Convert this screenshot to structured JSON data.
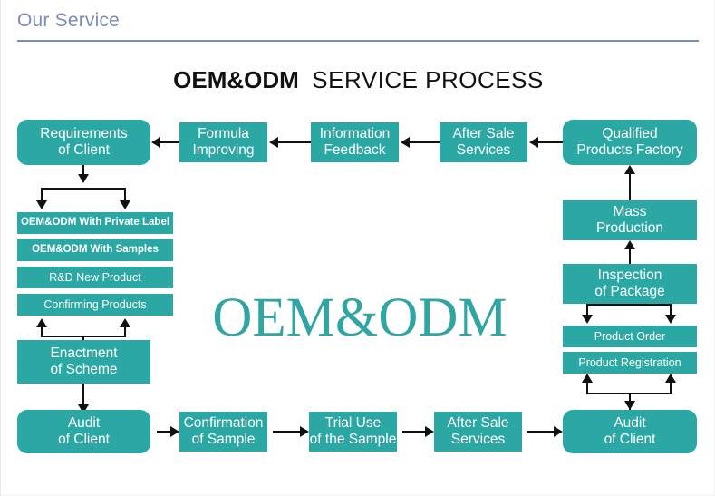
{
  "header": {
    "title": "Our Service"
  },
  "diagram": {
    "title_bold": "OEM&ODM",
    "title_light": "SERVICE PROCESS",
    "watermark": "OEM&ODM",
    "accent_color": "#2ba8a4",
    "watermark_color": "#31a5a2",
    "header_color": "#7b8db4",
    "connector_color": "#111111",
    "box_text_color": "#ffffff"
  },
  "boxes": {
    "requirements_of_client": {
      "line1": "Requirements",
      "line2": "of Client"
    },
    "formula_improving": {
      "line1": "Formula",
      "line2": "Improving"
    },
    "information_feedback": {
      "line1": "Information",
      "line2": "Feedback"
    },
    "after_sale_services_top": {
      "line1": "After Sale",
      "line2": "Services"
    },
    "qualified_products_factory": {
      "line1": "Qualified",
      "line2": "Products Factory"
    },
    "oem_odm_private_label": {
      "line1": "OEM&ODM With Private Label"
    },
    "oem_odm_with_samples": {
      "line1": "OEM&ODM With Samples"
    },
    "rd_new_product": {
      "line1": "R&D New Product"
    },
    "confirming_products": {
      "line1": "Confirming Products"
    },
    "enactment_of_scheme": {
      "line1": "Enactment",
      "line2": "of Scheme"
    },
    "audit_of_client_left": {
      "line1": "Audit",
      "line2": "of Client"
    },
    "confirmation_of_sample": {
      "line1": "Confirmation",
      "line2": "of Sample"
    },
    "trial_use_of_the_sample": {
      "line1": "Trial Use",
      "line2": "of the Sample"
    },
    "after_sale_services_bottom": {
      "line1": "After Sale",
      "line2": "Services"
    },
    "audit_of_client_right": {
      "line1": "Audit",
      "line2": "of Client"
    },
    "mass_production": {
      "line1": "Mass",
      "line2": "Production"
    },
    "inspection_of_package": {
      "line1": "Inspection",
      "line2": "of Package"
    },
    "product_order": {
      "line1": "Product Order"
    },
    "product_registration": {
      "line1": "Product Registration"
    }
  }
}
